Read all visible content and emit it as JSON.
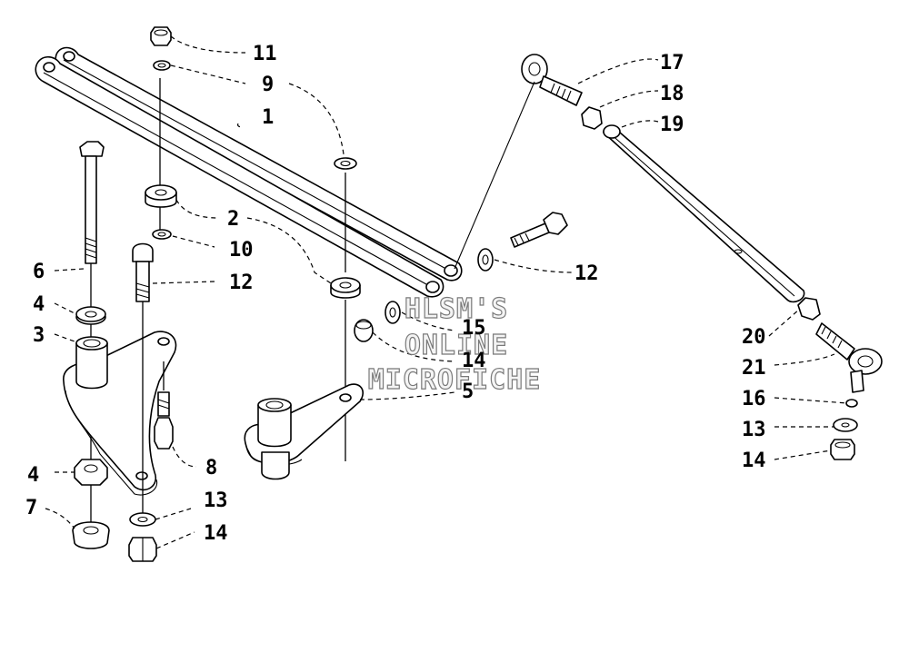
{
  "callouts": {
    "c1": "1",
    "c2": "2",
    "c3": "3",
    "c4a": "4",
    "c4b": "4",
    "c5": "5",
    "c6": "6",
    "c7": "7",
    "c8": "8",
    "c9": "9",
    "c10": "10",
    "c11": "11",
    "c12a": "12",
    "c12b": "12",
    "c13a": "13",
    "c13b": "13",
    "c14a": "14",
    "c14b": "14",
    "c14c": "14",
    "c15": "15",
    "c16": "16",
    "c17": "17",
    "c18": "18",
    "c19": "19",
    "c20": "20",
    "c21": "21"
  },
  "watermark": {
    "line1": "HLSM'S",
    "line2": "ONLINE",
    "line3": "MICROFICHE"
  }
}
